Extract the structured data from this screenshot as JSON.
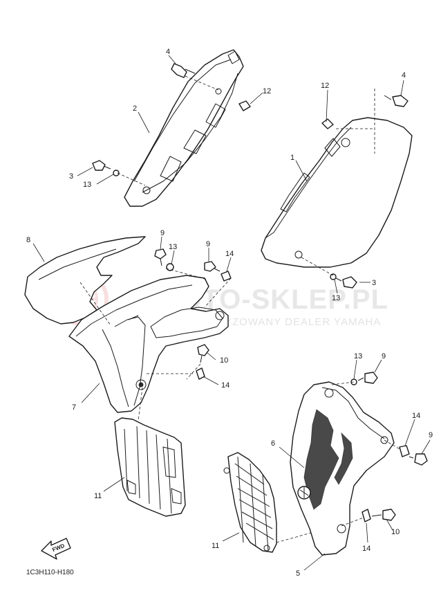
{
  "diagram_code": "1C3H110-H180",
  "fwd_label": "FWD",
  "watermark": {
    "brand": "MOTO-SKLEP.PL",
    "subtitle": "AUTORYZOWANY DEALER YAMAHA"
  },
  "colors": {
    "watermark_logo": "#f3c6c6",
    "line": "#1a1a1a"
  },
  "callouts": [
    {
      "id": "c4-top",
      "label": "4"
    },
    {
      "id": "c2",
      "label": "2"
    },
    {
      "id": "c12-left",
      "label": "12"
    },
    {
      "id": "c3-left",
      "label": "3"
    },
    {
      "id": "c13-left",
      "label": "13"
    },
    {
      "id": "c12-right",
      "label": "12"
    },
    {
      "id": "c4-right",
      "label": "4"
    },
    {
      "id": "c1",
      "label": "1"
    },
    {
      "id": "c13-mid",
      "label": "13"
    },
    {
      "id": "c3-right",
      "label": "3"
    },
    {
      "id": "c8",
      "label": "8"
    },
    {
      "id": "c9-a",
      "label": "9"
    },
    {
      "id": "c13-b",
      "label": "13"
    },
    {
      "id": "c9-b",
      "label": "9"
    },
    {
      "id": "c14-a",
      "label": "14"
    },
    {
      "id": "c10-a",
      "label": "10"
    },
    {
      "id": "c14-b",
      "label": "14"
    },
    {
      "id": "c7",
      "label": "7"
    },
    {
      "id": "c11-left",
      "label": "11"
    },
    {
      "id": "c13-c",
      "label": "13"
    },
    {
      "id": "c9-c",
      "label": "9"
    },
    {
      "id": "c6",
      "label": "6"
    },
    {
      "id": "c14-c",
      "label": "14"
    },
    {
      "id": "c9-d",
      "label": "9"
    },
    {
      "id": "c11-right",
      "label": "11"
    },
    {
      "id": "c10-b",
      "label": "10"
    },
    {
      "id": "c14-d",
      "label": "14"
    },
    {
      "id": "c5",
      "label": "5"
    }
  ]
}
